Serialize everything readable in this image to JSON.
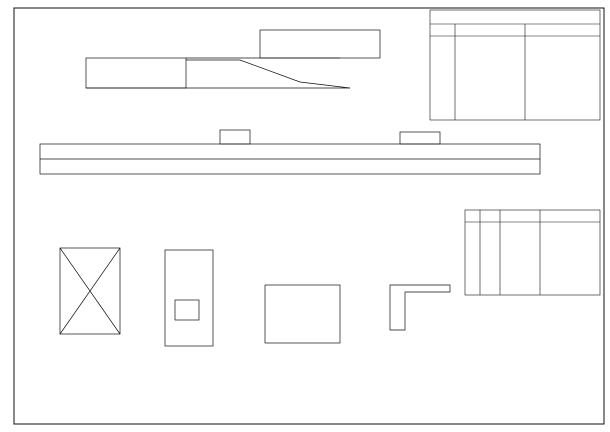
{
  "drawing": {
    "construction_table": {
      "title": "",
      "headers": [
        "",
        "",
        "",
        ""
      ],
      "rows": 8
    },
    "door_window_table": {
      "title": "",
      "headers": [
        "",
        "",
        "",
        ""
      ],
      "rows": 12
    },
    "views": [
      {
        "key": "section_1_1",
        "title": ""
      },
      {
        "key": "section_2_2",
        "title": ""
      },
      {
        "key": "plan_left",
        "title": ""
      },
      {
        "key": "plan_right",
        "title": ""
      },
      {
        "key": "elevation_detail",
        "title": ""
      },
      {
        "key": "wall_detail",
        "title": ""
      }
    ],
    "notes": [],
    "watermark": {
      "text": "",
      "subtext": ""
    },
    "colors": {
      "line": "#111111",
      "paper": "#ffffff"
    }
  }
}
